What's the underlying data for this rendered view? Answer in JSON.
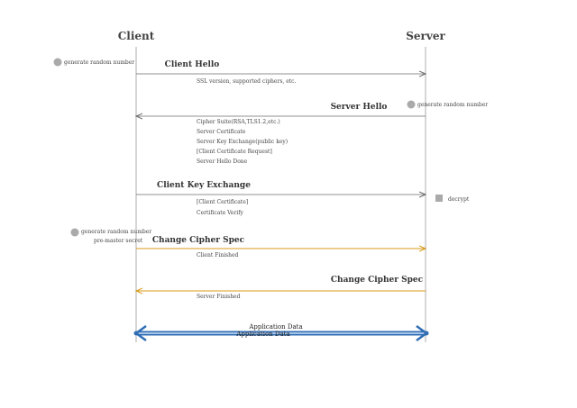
{
  "participants": {
    "client": "Client",
    "server": "Server"
  },
  "colors": {
    "arrow_gray": "#6b6b6b",
    "arrow_orange": "#d89b1a",
    "app_data_blue": "#2f6db5",
    "lifeline": "#8a8a8a",
    "note_dot": "#aaaaaa"
  },
  "messages": [
    {
      "label": "Client Hello",
      "direction": "client-to-server",
      "style": "gray",
      "details": [
        "SSL version, supported ciphers, etc."
      ]
    },
    {
      "label": "Server Hello",
      "direction": "server-to-client",
      "style": "gray",
      "details": [
        "Cipher Suite(RSA,TLS1.2,etc.)",
        "Server Certificate",
        "Server Key Exchange(public key)",
        "[Client Certificate Request]",
        "Server Hello Done"
      ]
    },
    {
      "label": "Client Key Exchange",
      "direction": "client-to-server",
      "style": "gray",
      "details": [
        "[Client Certificate]",
        "Certificate Verify"
      ]
    },
    {
      "label": "Change Cipher Spec",
      "direction": "client-to-server",
      "style": "orange",
      "details": [
        "Client Finished"
      ]
    },
    {
      "label": "Change Cipher Spec",
      "direction": "server-to-client",
      "style": "orange",
      "details": [
        "Server Finished"
      ]
    },
    {
      "label": "Application Data",
      "direction": "both",
      "style": "blue",
      "details": [
        "Application Data"
      ]
    }
  ],
  "notes": [
    {
      "side": "client",
      "icon": "dot",
      "text": "generate random number"
    },
    {
      "side": "server",
      "icon": "dot",
      "text": "generate random number"
    },
    {
      "side": "server",
      "icon": "square",
      "text": "decrypt"
    },
    {
      "side": "client",
      "icon": "dot",
      "text": "generate random number",
      "text2": "pre-master secret"
    }
  ]
}
